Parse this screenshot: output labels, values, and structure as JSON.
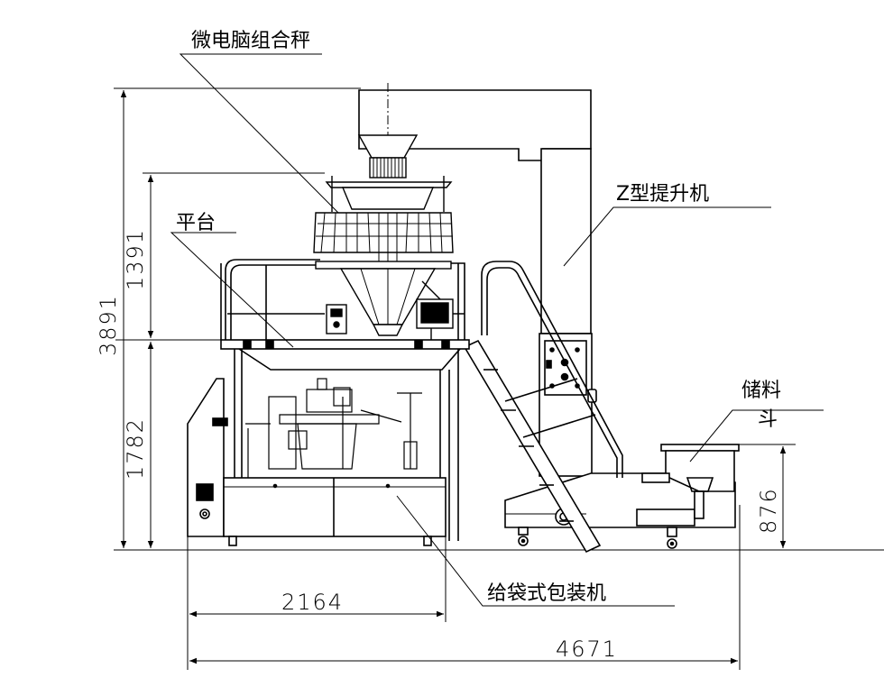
{
  "labels": {
    "weigher": "微电脑组合秤",
    "platform": "平台",
    "elevator": "Z型提升机",
    "hopper_line1": "储料",
    "hopper_line2": "斗",
    "packer": "给袋式包装机"
  },
  "dimensions": {
    "total_height": "3891",
    "weigher_height": "1391",
    "packer_height": "1782",
    "hopper_height": "876",
    "packer_width": "2164",
    "total_width": "4671"
  }
}
